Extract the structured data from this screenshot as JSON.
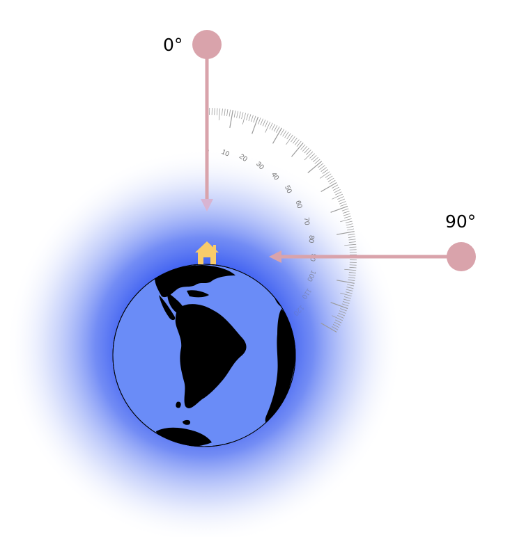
{
  "rays": [
    {
      "id": "ray-0",
      "label": "0°",
      "angle_deg": 0
    },
    {
      "id": "ray-90",
      "label": "90°",
      "angle_deg": 90
    }
  ],
  "protractor": {
    "min_deg": 0,
    "max_deg": 120,
    "labels": [
      "0",
      "10",
      "20",
      "30",
      "40",
      "50",
      "60",
      "70",
      "80",
      "90",
      "100",
      "110",
      "120"
    ]
  },
  "icons": {
    "house": "house-icon",
    "globe": "earth-globe-icon",
    "handle": "drag-handle-icon"
  },
  "colors": {
    "ray": "#d9a3ab",
    "ray_arrow_head": "#d8b4d2",
    "ocean": "#6a8cf7",
    "land": "#000000",
    "atmosphere": "#4f6ff4",
    "house": "#f9cc6a",
    "ticks": "#9a9a9a"
  }
}
